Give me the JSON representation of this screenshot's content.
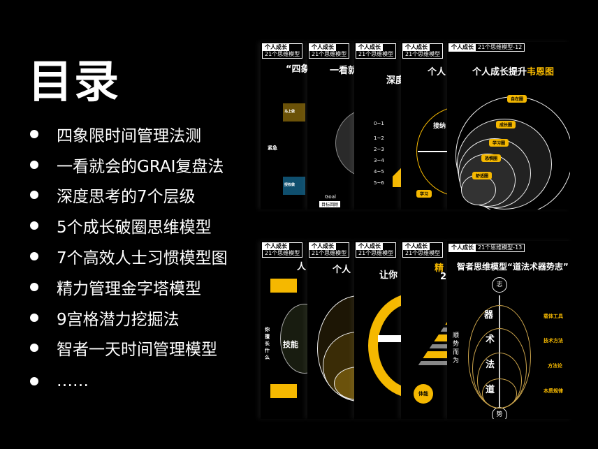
{
  "title": "目录",
  "items": [
    "四象限时间管理法测",
    "一看就会的GRAI复盘法",
    "深度思考的7个层级",
    "5个成长破圈思维模型",
    "7个高效人士习惯模型图",
    "精力管理金字塔模型",
    "9宫格潜力挖掘法",
    "智者一天时间管理模型",
    "……"
  ],
  "tag_a": "个人成长",
  "tag_b": "21个思维模型",
  "tag_12": "21个思维模型-12",
  "tag_13": "21个思维模型-13",
  "top": {
    "c1": "“四象",
    "c2": "一看就",
    "c3": "深度",
    "c4": "个人",
    "c5_a": "个人成长提升",
    "c5_b": "韦恩图",
    "c1_labels": [
      "马上做",
      "紧急",
      "授权做"
    ],
    "c2_goal": "Goal",
    "c2_btn": "目标回顾",
    "c3_levels": [
      "0~1",
      "1~2",
      "2~3",
      "3~4",
      "4~5",
      "5~6"
    ],
    "c4_label": "接纳",
    "c4_btn": "学习",
    "circles": [
      "自在圈",
      "成长圈",
      "学习圈",
      "恐惧圈",
      "舒适圈"
    ]
  },
  "bottom": {
    "c1": "人",
    "c1_center": "技能",
    "c1_side": "你擅长什么",
    "c2": "个人",
    "c3": "让你",
    "c4": "精",
    "c4_b": "2",
    "c4_circle": "体能",
    "c5": "智者思维模型“道法术器势志”",
    "c5_top": "志",
    "c5_bottom": "势",
    "c5_side": "顺势而为",
    "c5_levels": [
      "器",
      "术",
      "法",
      "道"
    ],
    "c5_right": [
      "载体工具",
      "技术方法",
      "方法论",
      "本质规律"
    ]
  },
  "colors": {
    "accent": "#f5b800"
  }
}
